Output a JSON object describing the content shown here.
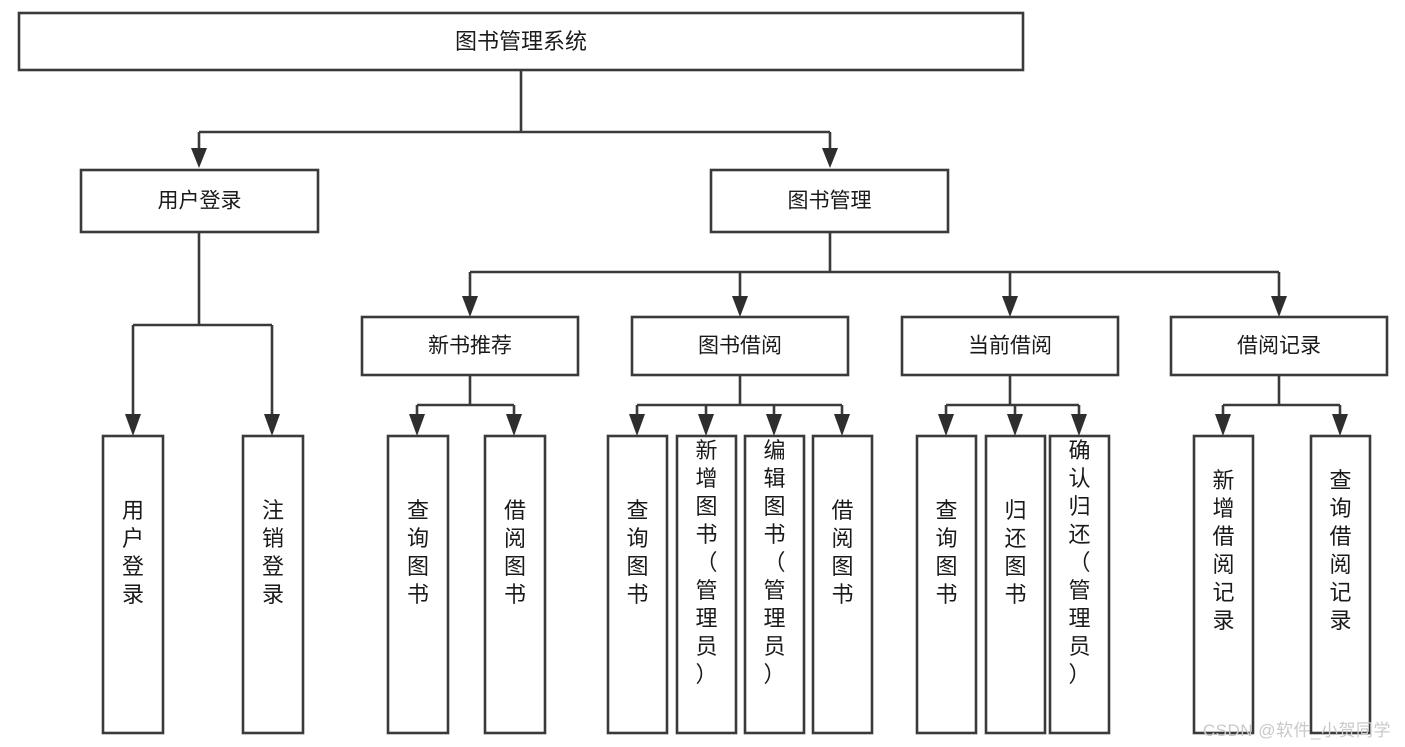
{
  "diagram": {
    "type": "tree-hierarchy",
    "title": "图书管理系统",
    "watermark": "CSDN @软件_小贺同学",
    "colors": {
      "box_stroke": "#3a3a3a",
      "box_fill": "#ffffff",
      "connector": "#3a3a3a",
      "text": "#1a1a1a",
      "watermark": "#c9c9c9",
      "background": "#ffffff"
    },
    "root": {
      "label": "图书管理系统"
    },
    "level2": [
      {
        "label": "用户登录"
      },
      {
        "label": "图书管理"
      }
    ],
    "level3": [
      {
        "label": "新书推荐"
      },
      {
        "label": "图书借阅"
      },
      {
        "label": "当前借阅"
      },
      {
        "label": "借阅记录"
      }
    ],
    "leaves": {
      "user_login": [
        {
          "label": "用户登录"
        },
        {
          "label": "注销登录"
        }
      ],
      "new_book": [
        {
          "label": "查询图书"
        },
        {
          "label": "借阅图书"
        }
      ],
      "book_borrow": [
        {
          "label": "查询图书"
        },
        {
          "label": "新增图书（管理员）"
        },
        {
          "label": "编辑图书（管理员）"
        },
        {
          "label": "借阅图书"
        }
      ],
      "current_borrow": [
        {
          "label": "查询图书"
        },
        {
          "label": "归还图书"
        },
        {
          "label": "确认归还（管理员）"
        }
      ],
      "borrow_record": [
        {
          "label": "新增借阅记录"
        },
        {
          "label": "查询借阅记录"
        }
      ]
    }
  }
}
